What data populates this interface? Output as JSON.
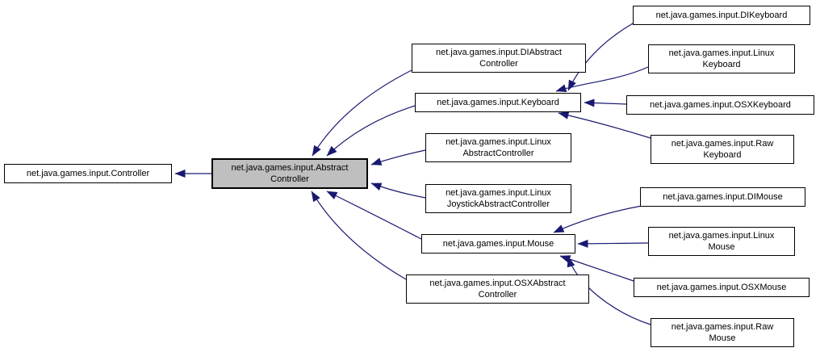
{
  "diagram": {
    "type": "class-inheritance-graph",
    "colors": {
      "edge": "#191970",
      "node_fill": "#ffffff",
      "node_border": "#000000",
      "highlighted_node_fill": "#bfbfbf",
      "text": "#000000"
    },
    "nodes": {
      "controller": {
        "label": "net.java.games.input.Controller"
      },
      "abstract_controller": {
        "label": "net.java.games.input.Abstract\nController",
        "highlighted": true
      },
      "di_abstract_controller": {
        "label": "net.java.games.input.DIAbstract\nController"
      },
      "keyboard": {
        "label": "net.java.games.input.Keyboard"
      },
      "linux_abstract_controller": {
        "label": "net.java.games.input.Linux\nAbstractController"
      },
      "linux_joystick_abstract_controller": {
        "label": "net.java.games.input.Linux\nJoystickAbstractController"
      },
      "mouse": {
        "label": "net.java.games.input.Mouse"
      },
      "osx_abstract_controller": {
        "label": "net.java.games.input.OSXAbstract\nController"
      },
      "di_keyboard": {
        "label": "net.java.games.input.DIKeyboard"
      },
      "linux_keyboard": {
        "label": "net.java.games.input.Linux\nKeyboard"
      },
      "osx_keyboard": {
        "label": "net.java.games.input.OSXKeyboard"
      },
      "raw_keyboard": {
        "label": "net.java.games.input.Raw\nKeyboard"
      },
      "di_mouse": {
        "label": "net.java.games.input.DIMouse"
      },
      "linux_mouse": {
        "label": "net.java.games.input.Linux\nMouse"
      },
      "osx_mouse": {
        "label": "net.java.games.input.OSXMouse"
      },
      "raw_mouse": {
        "label": "net.java.games.input.Raw\nMouse"
      }
    },
    "edges": [
      {
        "from": "abstract_controller",
        "to": "controller"
      },
      {
        "from": "di_abstract_controller",
        "to": "abstract_controller"
      },
      {
        "from": "keyboard",
        "to": "abstract_controller"
      },
      {
        "from": "linux_abstract_controller",
        "to": "abstract_controller"
      },
      {
        "from": "linux_joystick_abstract_controller",
        "to": "abstract_controller"
      },
      {
        "from": "mouse",
        "to": "abstract_controller"
      },
      {
        "from": "osx_abstract_controller",
        "to": "abstract_controller"
      },
      {
        "from": "di_keyboard",
        "to": "keyboard"
      },
      {
        "from": "linux_keyboard",
        "to": "keyboard"
      },
      {
        "from": "osx_keyboard",
        "to": "keyboard"
      },
      {
        "from": "raw_keyboard",
        "to": "keyboard"
      },
      {
        "from": "di_mouse",
        "to": "mouse"
      },
      {
        "from": "linux_mouse",
        "to": "mouse"
      },
      {
        "from": "osx_mouse",
        "to": "mouse"
      },
      {
        "from": "raw_mouse",
        "to": "mouse"
      }
    ]
  }
}
